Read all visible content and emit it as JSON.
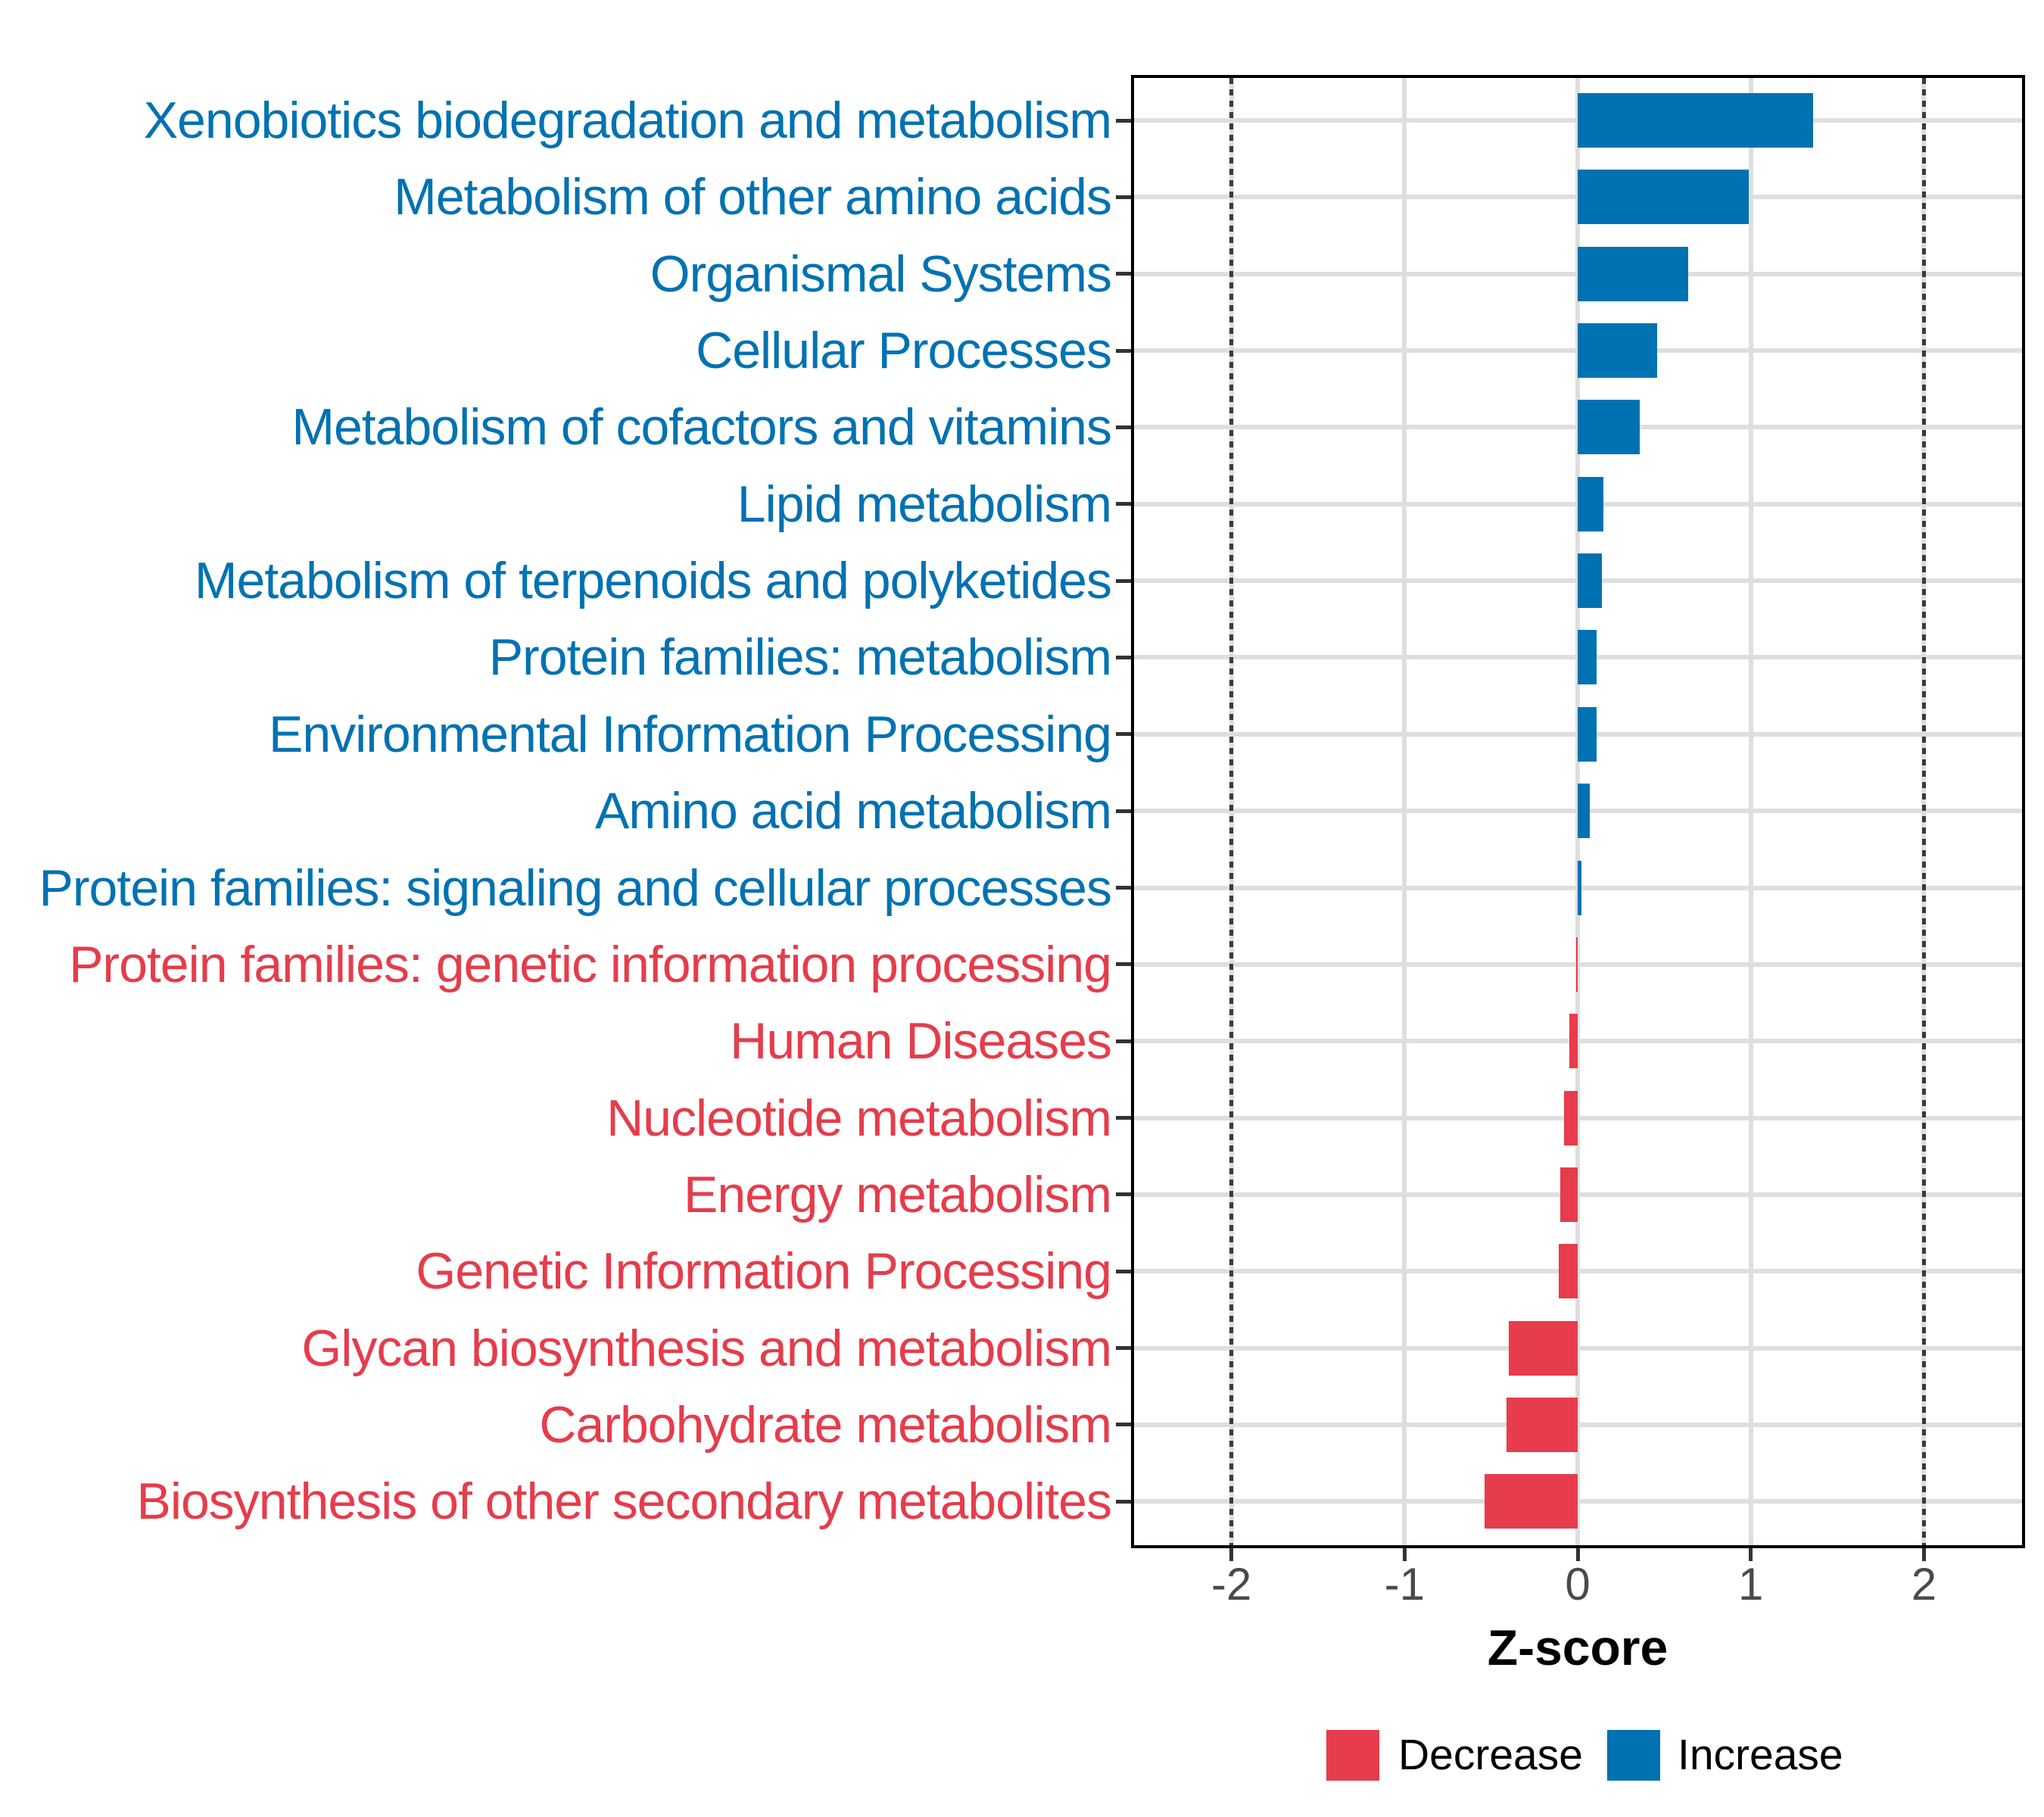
{
  "chart_data": {
    "type": "bar",
    "orientation": "horizontal",
    "title": "",
    "xlabel": "Z-score",
    "ylabel": "",
    "xlim": [
      -2.56,
      2.56
    ],
    "x_ticks": [
      {
        "value": -2,
        "label": "-2"
      },
      {
        "value": -1,
        "label": "-1"
      },
      {
        "value": 0,
        "label": "0"
      },
      {
        "value": 1,
        "label": "1"
      },
      {
        "value": 2,
        "label": "2"
      }
    ],
    "reference_lines": [
      -2,
      2
    ],
    "grid": "major gridlines on, white panel with light gray grid",
    "legend_position": "bottom",
    "colors": {
      "increase": "#0072B2",
      "decrease": "#E63C4B"
    },
    "bars": [
      {
        "label": "Xenobiotics biodegradation and metabolism",
        "value": 1.36,
        "direction": "increase"
      },
      {
        "label": "Metabolism of other amino acids",
        "value": 0.99,
        "direction": "increase"
      },
      {
        "label": "Organismal Systems",
        "value": 0.64,
        "direction": "increase"
      },
      {
        "label": "Cellular Processes",
        "value": 0.46,
        "direction": "increase"
      },
      {
        "label": "Metabolism of cofactors and vitamins",
        "value": 0.36,
        "direction": "increase"
      },
      {
        "label": "Lipid metabolism",
        "value": 0.15,
        "direction": "increase"
      },
      {
        "label": "Metabolism of terpenoids and polyketides",
        "value": 0.14,
        "direction": "increase"
      },
      {
        "label": "Protein families: metabolism",
        "value": 0.11,
        "direction": "increase"
      },
      {
        "label": "Environmental Information Processing",
        "value": 0.11,
        "direction": "increase"
      },
      {
        "label": "Amino acid metabolism",
        "value": 0.07,
        "direction": "increase"
      },
      {
        "label": "Protein families: signaling and cellular processes",
        "value": 0.02,
        "direction": "increase"
      },
      {
        "label": "Protein families: genetic information processing",
        "value": -0.01,
        "direction": "decrease"
      },
      {
        "label": "Human Diseases",
        "value": -0.05,
        "direction": "decrease"
      },
      {
        "label": "Nucleotide metabolism",
        "value": -0.08,
        "direction": "decrease"
      },
      {
        "label": "Energy metabolism",
        "value": -0.1,
        "direction": "decrease"
      },
      {
        "label": "Genetic Information Processing",
        "value": -0.11,
        "direction": "decrease"
      },
      {
        "label": "Glycan biosynthesis and metabolism",
        "value": -0.4,
        "direction": "decrease"
      },
      {
        "label": "Carbohydrate metabolism",
        "value": -0.41,
        "direction": "decrease"
      },
      {
        "label": "Biosynthesis of other secondary metabolites",
        "value": -0.54,
        "direction": "decrease"
      }
    ],
    "legend": [
      {
        "key": "decrease",
        "label": "Decrease"
      },
      {
        "key": "increase",
        "label": "Increase"
      }
    ]
  }
}
